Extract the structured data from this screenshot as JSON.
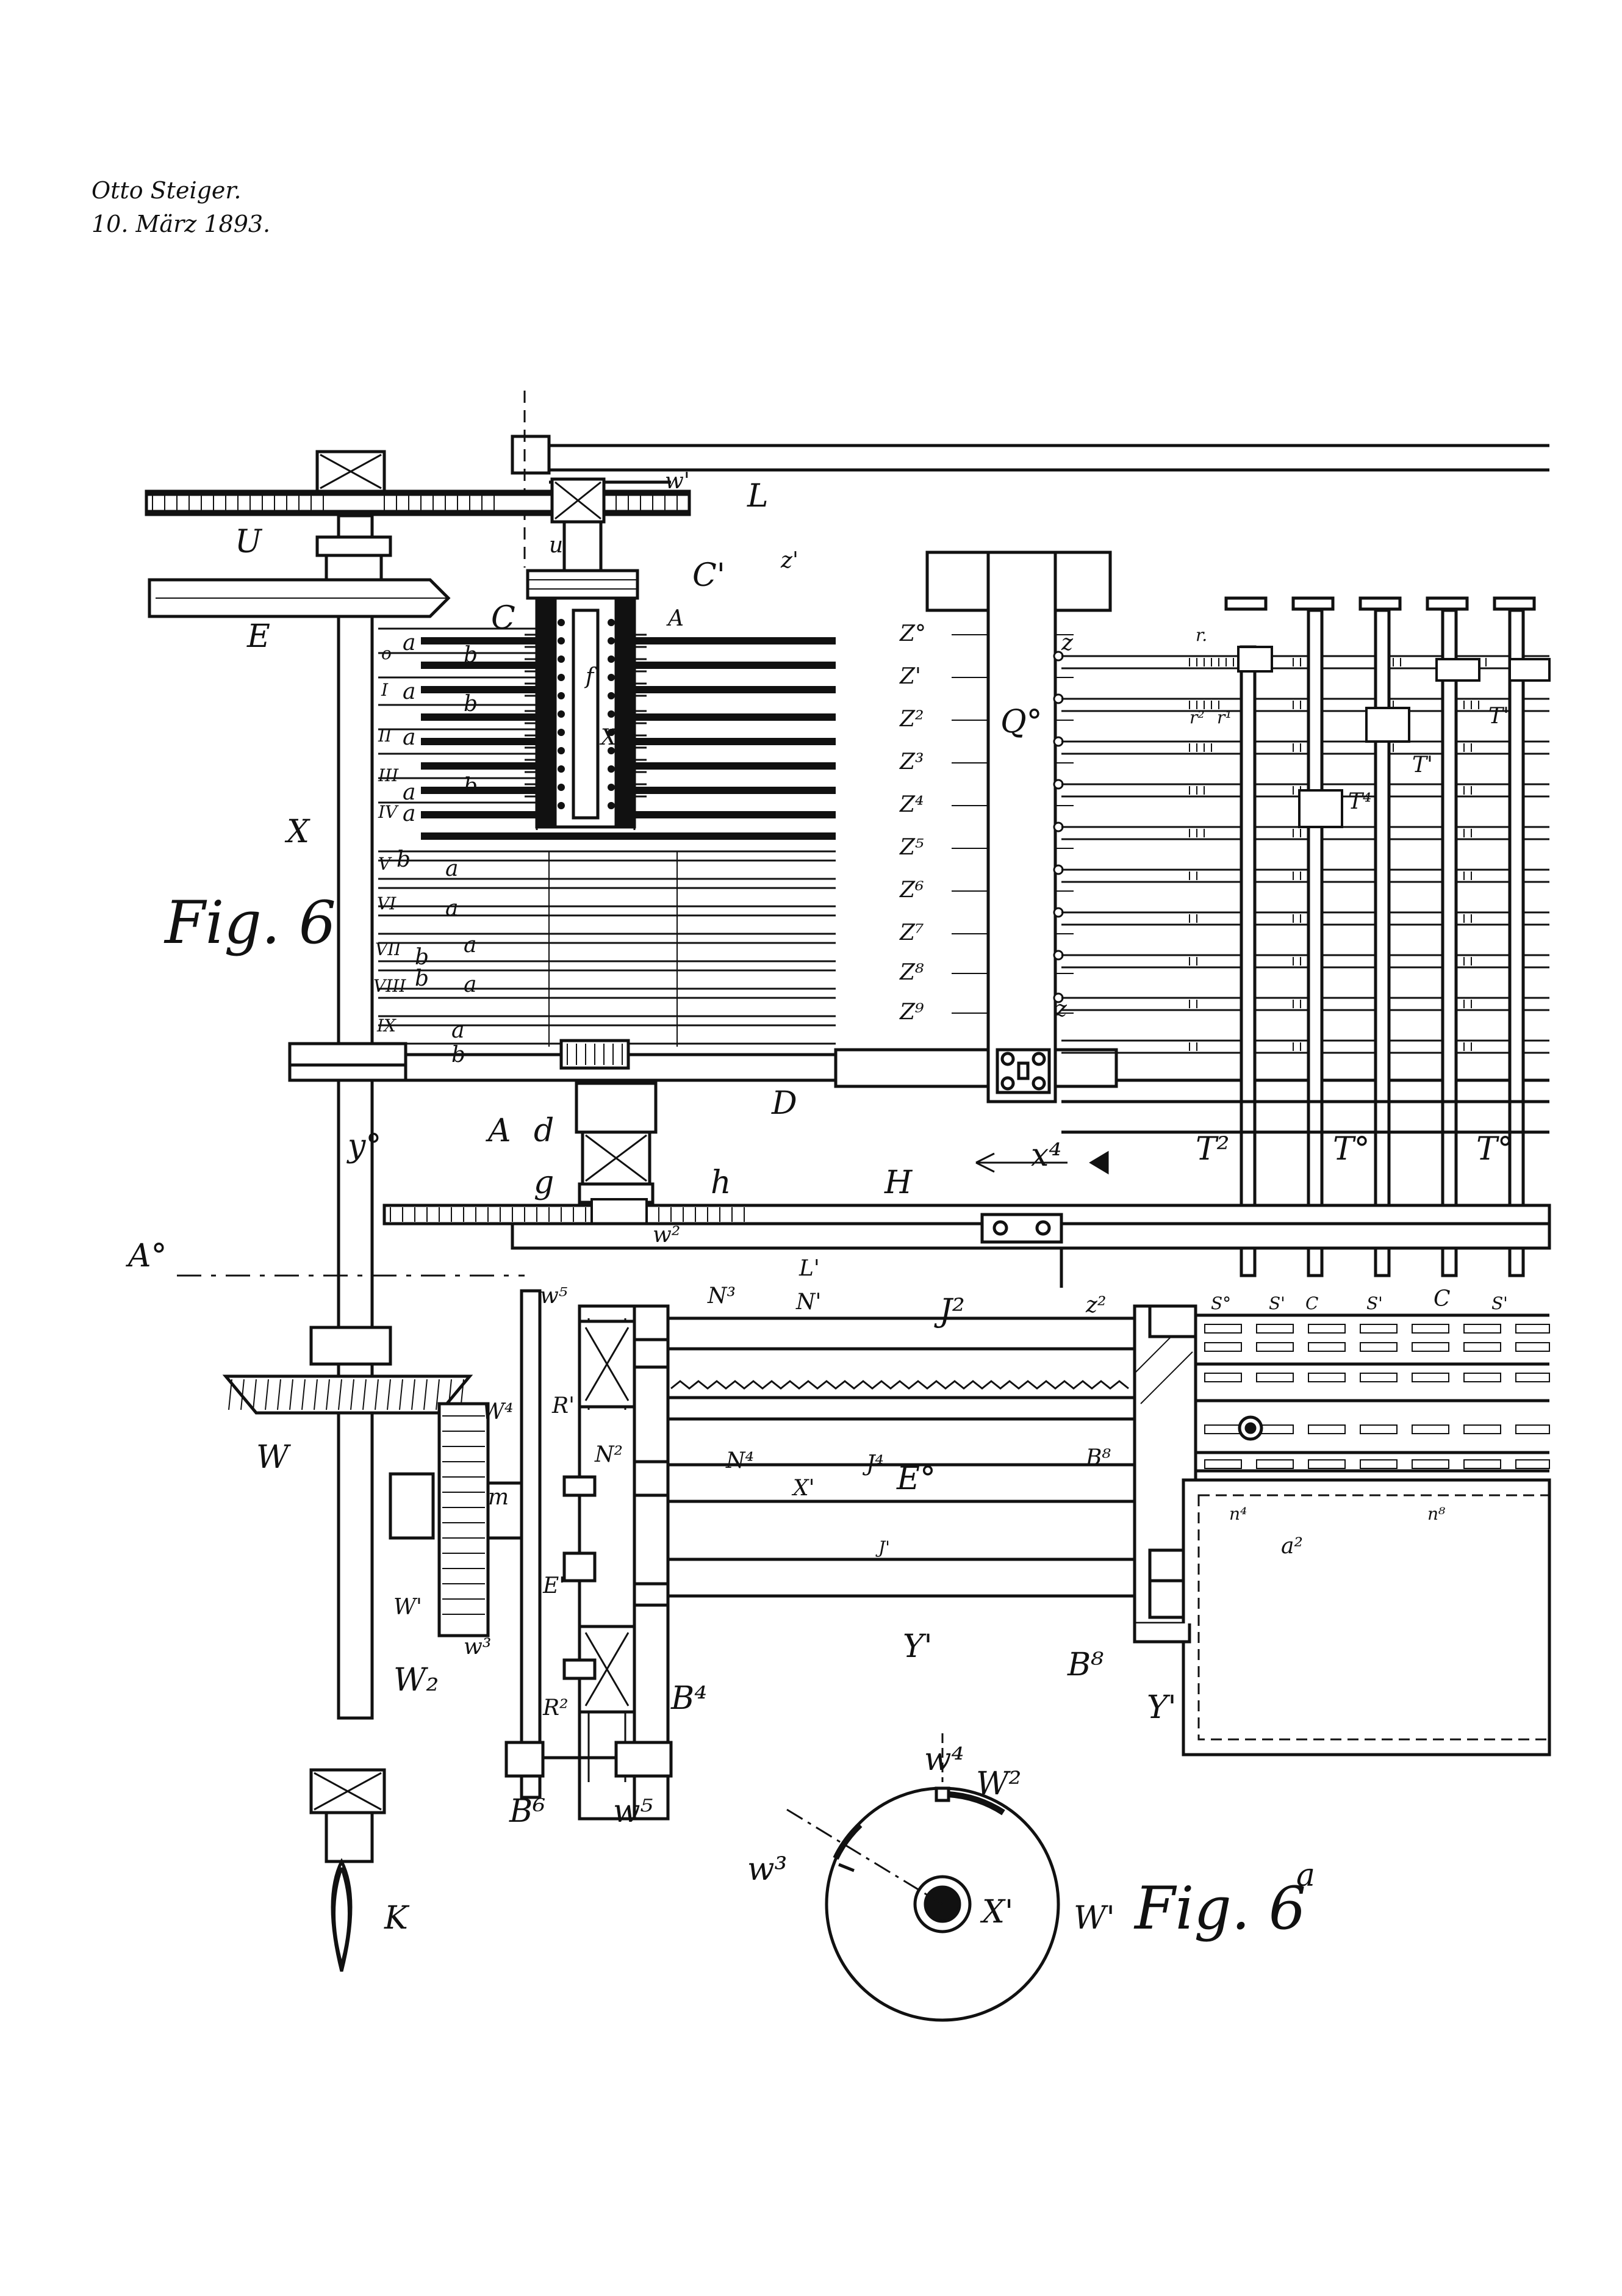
{
  "header": {
    "inventor": "Otto Steiger.",
    "date": "10. März 1893."
  },
  "figures": {
    "fig6": "Fig. 6",
    "fig6a": "Fig. 6",
    "fig6a_suffix": "a"
  },
  "labels": {
    "U": "U",
    "u": "u",
    "E": "E",
    "X": "X",
    "L": "L",
    "w1": "w'",
    "C1": "C'",
    "C": "C",
    "A": "A",
    "f": "f",
    "X1": "X'",
    "z1": "z'",
    "z": "z",
    "Q0": "Q°",
    "Z0": "Z°",
    "Z1": "Z'",
    "Z2": "Z²",
    "Z3": "Z³",
    "Z4": "Z⁴",
    "Z5": "Z⁵",
    "Z6": "Z⁶",
    "Z7": "Z⁷",
    "Z8": "Z⁸",
    "Z9": "Z⁹",
    "r": "r.",
    "r2": "r²",
    "r1": "r¹",
    "T": "T'",
    "T1": "T'",
    "T4": "T⁴",
    "T2": "T²",
    "T0a": "T°",
    "T0b": "T°",
    "row0": "o",
    "row1": "I",
    "row2": "II",
    "row3": "III",
    "row4": "IV",
    "row5": "V",
    "row6": "VI",
    "row7": "VII",
    "row8": "VIII",
    "row9": "IX",
    "a": "a",
    "b": "b",
    "A_lower": "A",
    "d": "d",
    "D": "D",
    "y0": "y°",
    "g": "g",
    "h": "h",
    "H": "H",
    "x4": "x⁴",
    "w2": "w²",
    "A0": "A°",
    "L1": "L'",
    "N3": "N³",
    "N1": "N'",
    "J2": "J²",
    "z2": "z²",
    "S0": "S°",
    "S1": "S'",
    "C_sub": "C",
    "S2": "S'",
    "w5a": "w⁵",
    "W4": "W⁴",
    "m": "m",
    "R1": "R'",
    "N2": "N²",
    "N4": "N⁴",
    "X1b": "X'",
    "J4": "J⁴",
    "E0": "E°",
    "B8a": "B⁸",
    "n4": "n⁴",
    "n8": "n⁸",
    "a2": "a²",
    "J1": "J'",
    "W": "W",
    "W1": "W'",
    "E1": "E'",
    "w3": "w³",
    "W2": "W₂",
    "R2": "R²",
    "B4": "B⁴",
    "Y1": "Y'",
    "B8b": "B⁸",
    "Y1b": "Y'",
    "B6": "B⁶",
    "w5b": "w⁵",
    "K": "K",
    "fa_w4": "w⁴",
    "fa_W2": "W²",
    "fa_w3": "w³",
    "fa_X1": "X'",
    "fa_W1": "W'"
  }
}
